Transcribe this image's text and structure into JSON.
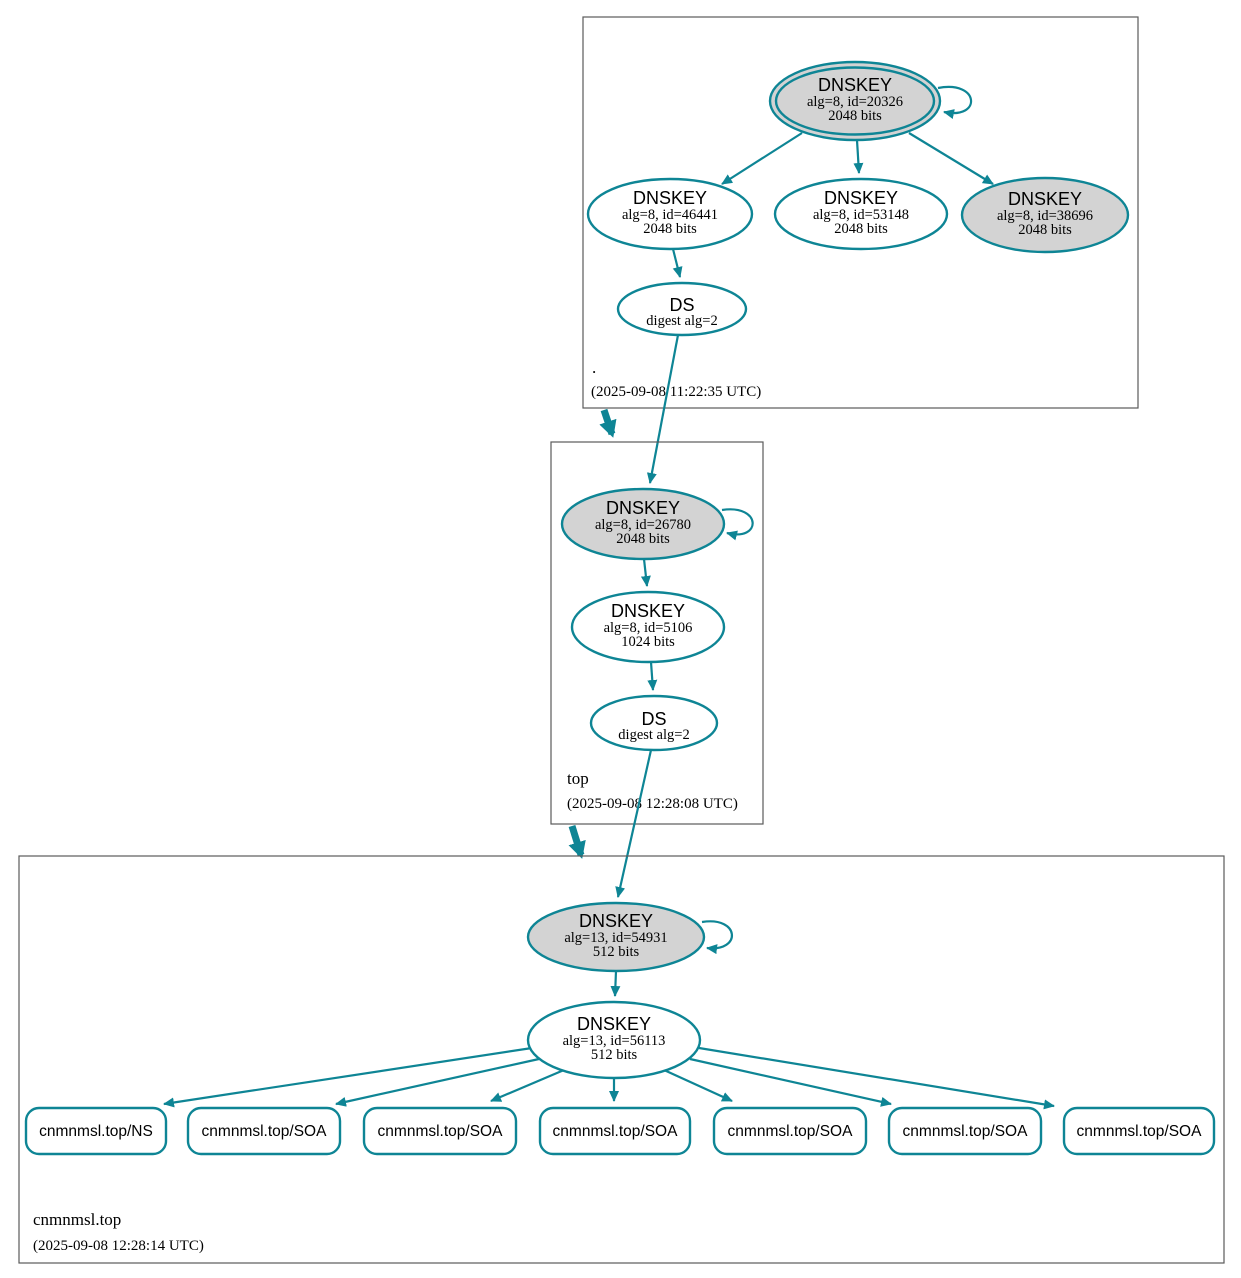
{
  "colors": {
    "edge_secure": "#0e8595",
    "ksk_fill": "#d3d3d3",
    "node_fill": "#ffffff",
    "zone_border": "#5b5b5b",
    "text": "#000000"
  },
  "zones": {
    "root": {
      "label": ".",
      "timestamp": "(2025-09-08 11:22:35 UTC)",
      "ksk": {
        "title": "DNSKEY",
        "detail": "alg=8, id=20326",
        "bits": "2048 bits"
      },
      "zsk1": {
        "title": "DNSKEY",
        "detail": "alg=8, id=46441",
        "bits": "2048 bits"
      },
      "zsk2": {
        "title": "DNSKEY",
        "detail": "alg=8, id=53148",
        "bits": "2048 bits"
      },
      "zsk3": {
        "title": "DNSKEY",
        "detail": "alg=8, id=38696",
        "bits": "2048 bits"
      },
      "ds": {
        "title": "DS",
        "detail": "digest alg=2"
      }
    },
    "top": {
      "label": "top",
      "timestamp": "(2025-09-08 12:28:08 UTC)",
      "ksk": {
        "title": "DNSKEY",
        "detail": "alg=8, id=26780",
        "bits": "2048 bits"
      },
      "zsk": {
        "title": "DNSKEY",
        "detail": "alg=8, id=5106",
        "bits": "1024 bits"
      },
      "ds": {
        "title": "DS",
        "detail": "digest alg=2"
      }
    },
    "cnmnmsl": {
      "label": "cnmnmsl.top",
      "timestamp": "(2025-09-08 12:28:14 UTC)",
      "ksk": {
        "title": "DNSKEY",
        "detail": "alg=13, id=54931",
        "bits": "512 bits"
      },
      "zsk": {
        "title": "DNSKEY",
        "detail": "alg=13, id=56113",
        "bits": "512 bits"
      },
      "records": [
        {
          "label": "cnmnmsl.top/NS"
        },
        {
          "label": "cnmnmsl.top/SOA"
        },
        {
          "label": "cnmnmsl.top/SOA"
        },
        {
          "label": "cnmnmsl.top/SOA"
        },
        {
          "label": "cnmnmsl.top/SOA"
        },
        {
          "label": "cnmnmsl.top/SOA"
        },
        {
          "label": "cnmnmsl.top/SOA"
        }
      ]
    }
  }
}
